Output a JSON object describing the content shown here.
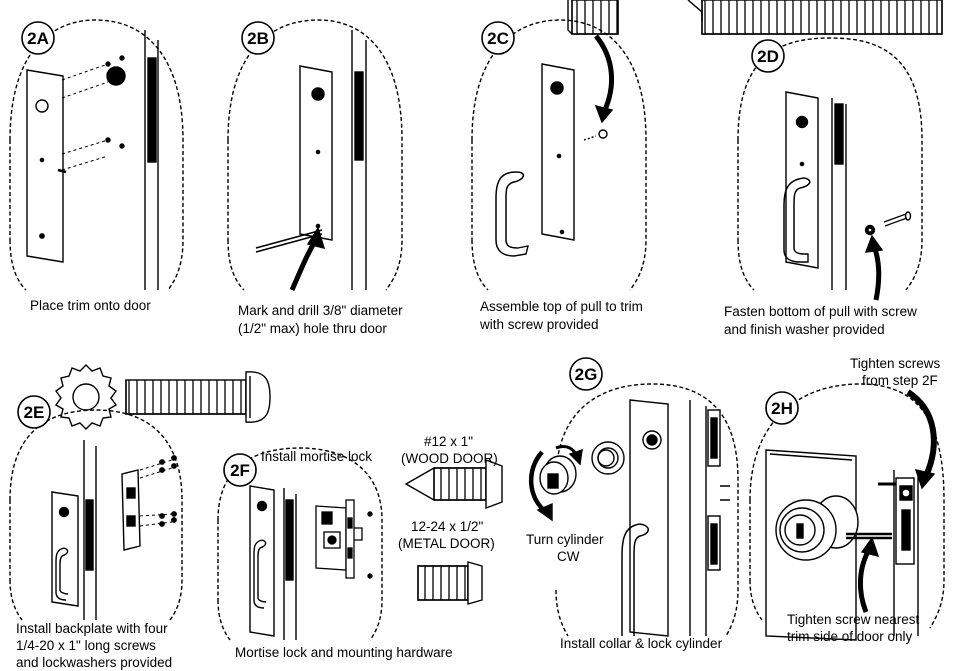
{
  "steps": [
    {
      "id": "2A",
      "caption": "Place trim onto door"
    },
    {
      "id": "2B",
      "caption_l1": "Mark and drill 3/8\" diameter",
      "caption_l2": "(1/2\" max) hole thru door"
    },
    {
      "id": "2C",
      "caption_l1": "Assemble top of pull to trim",
      "caption_l2": "with screw provided"
    },
    {
      "id": "2D",
      "caption_l1": "Fasten bottom of pull with screw",
      "caption_l2": "and finish washer provided"
    },
    {
      "id": "2E",
      "caption_l1": "Install backplate with four",
      "caption_l2": "1/4-20 x 1\" long screws",
      "caption_l3": "and lockwashers provided"
    },
    {
      "id": "2F",
      "top_label": "Install mortise lock",
      "caption": "Mortise lock and mounting hardware",
      "wood_l1": "#12 x 1\"",
      "wood_l2": "(WOOD DOOR)",
      "metal_l1": "12-24 x 1/2\"",
      "metal_l2": "(METAL DOOR)"
    },
    {
      "id": "2G",
      "turn_l1": "Turn cylinder",
      "turn_l2": "CW",
      "caption": "Install collar & lock cylinder"
    },
    {
      "id": "2H",
      "top_l1": "Tighten screws",
      "top_l2": "from step 2F",
      "bottom_l1": "Tighten screw nearest",
      "bottom_l2": "trim side of door only"
    }
  ]
}
